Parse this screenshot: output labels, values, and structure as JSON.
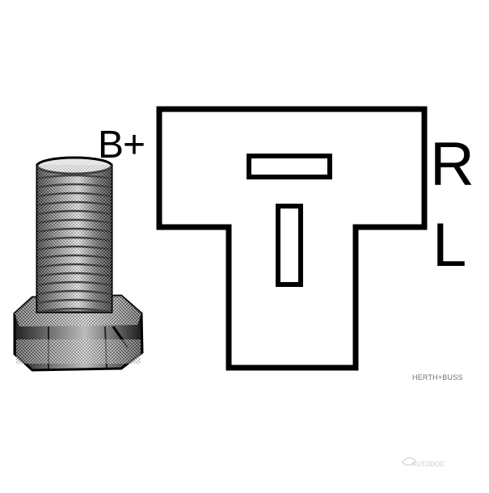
{
  "diagram": {
    "terminals": {
      "b_plus": "B+",
      "r": "R",
      "l": "L"
    },
    "brand": "HERTH+BUSS",
    "watermark": "AUTODOC",
    "colors": {
      "line": "#000000",
      "background": "#ffffff",
      "brand_text": "#707070",
      "watermark_text": "#cfcfcf"
    }
  }
}
